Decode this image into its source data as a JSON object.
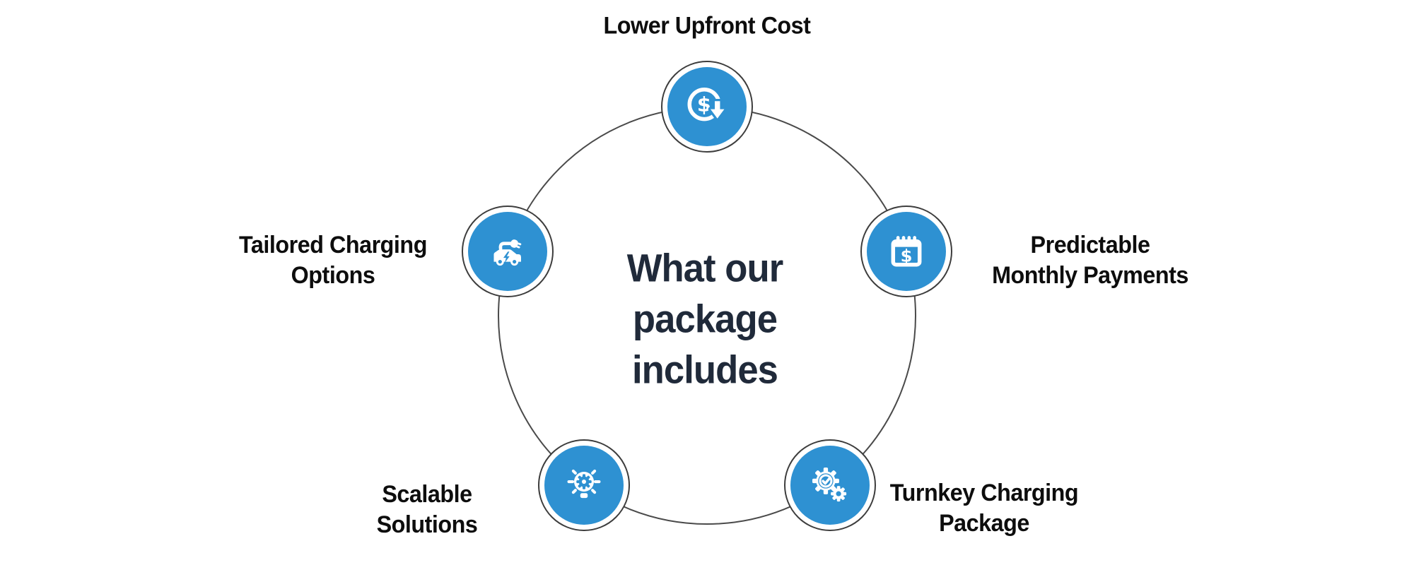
{
  "diagram": {
    "title": "What our\npackage\nincludes",
    "items": [
      {
        "id": "lower-upfront-cost",
        "label": "Lower Upfront Cost",
        "icon": "dollar-reduction-icon",
        "position": "top"
      },
      {
        "id": "predictable-monthly-payments",
        "label": "Predictable\nMonthly Payments",
        "icon": "calendar-payment-icon",
        "position": "right"
      },
      {
        "id": "turnkey-charging-package",
        "label": "Turnkey Charging\nPackage",
        "icon": "gears-check-icon",
        "position": "bottom-right"
      },
      {
        "id": "scalable-solutions",
        "label": "Scalable\nSolutions",
        "icon": "lightbulb-gear-icon",
        "position": "bottom-left"
      },
      {
        "id": "tailored-charging-options",
        "label": "Tailored Charging\nOptions",
        "icon": "electric-vehicle-icon",
        "position": "left"
      }
    ],
    "colors": {
      "node_fill": "#2e91d2",
      "node_outline": "#3d3d3d",
      "ring_line": "#4a4a4a",
      "title_color": "#202a3a",
      "label_color": "#0d0d0d",
      "background": "#ffffff"
    }
  }
}
